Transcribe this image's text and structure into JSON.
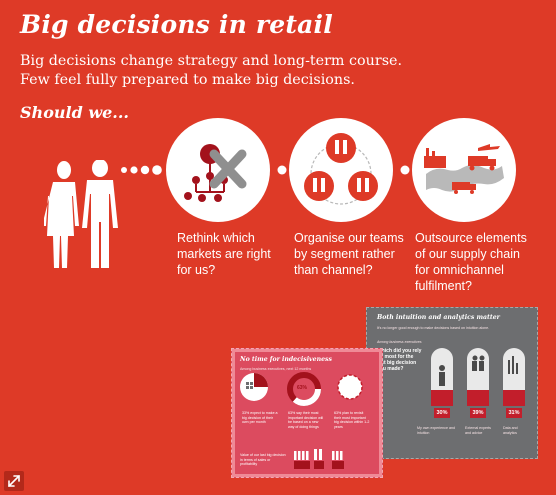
{
  "title": "Big decisions in retail",
  "subtitle_lines": [
    "Big decisions change strategy and long-term course.",
    "Few feel fully prepared to make big decisions."
  ],
  "prompt": "Should we...",
  "options": [
    {
      "lines": [
        "Rethink which",
        "markets are right",
        "for us?"
      ],
      "icon": "network-x-icon"
    },
    {
      "lines": [
        "Organise our teams",
        "by segment rather",
        "than channel?"
      ],
      "icon": "teams-icon"
    },
    {
      "lines": [
        "Outsource elements",
        "of our supply chain",
        "for omnichannel",
        "fulfilment?"
      ],
      "icon": "supply-chain-icon"
    }
  ],
  "thumb_grey": {
    "heading": "Both intuition and analytics matter",
    "intro": "It's no longer good enough to make decisions based on intuition alone.",
    "label": "Among business executives",
    "question_lines": [
      "Which did you rely",
      "on most for the",
      "last big decision",
      "you made?"
    ],
    "values": [
      "30%",
      "39%",
      "31%"
    ],
    "captions": [
      "My own experience and intuition",
      "External experts and advice",
      "Data and analytics"
    ]
  },
  "thumb_pink": {
    "heading": "No time for indecisiveness",
    "label": "Among business executives, next 12 months",
    "values": [
      "33%",
      "63%",
      "63%"
    ],
    "donut_value": "63%",
    "notes": [
      "33% expect to make a big decision of their own per month",
      "63% say their most important decision will be based on a new way of doing things",
      "63% plan to revisit their most important big decision within 1-2 years"
    ],
    "footer": "Value of our last big decision in terms of sales or profitability"
  },
  "colors": {
    "background": "#de3a27",
    "accent_dark": "#a3121c",
    "icon_grey": "#8f8f8f"
  }
}
